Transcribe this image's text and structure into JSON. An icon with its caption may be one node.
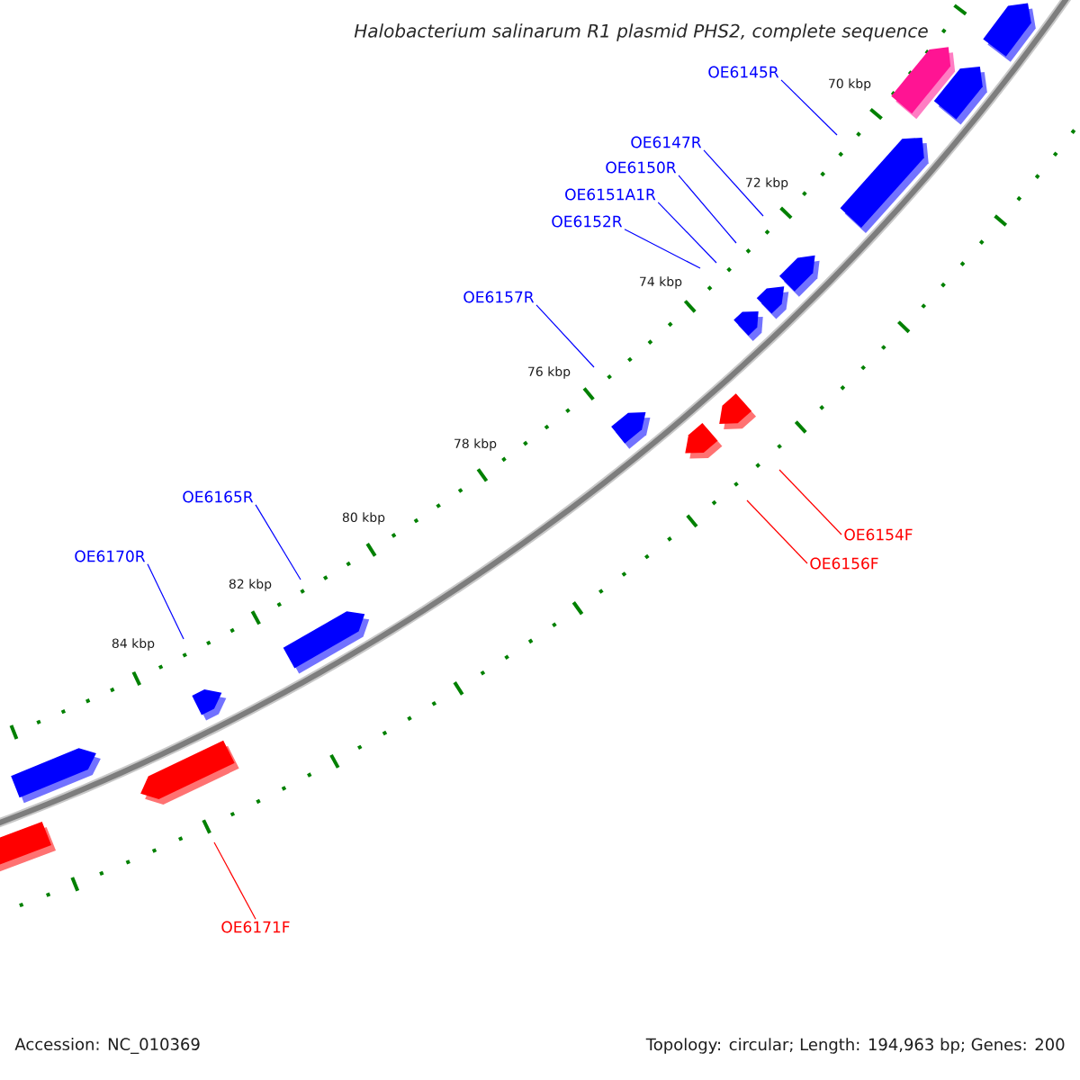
{
  "diagram": {
    "title": "Halobacterium salinarum R1 plasmid PHS2, complete sequence",
    "nodes": [
      {
        "text": [
          "OE6145R"
        ]
      },
      {
        "text": [
          "OE6147R"
        ]
      },
      {
        "text": [
          "OE6150R"
        ]
      },
      {
        "text": [
          "OE6151A1R"
        ]
      },
      {
        "text": [
          "OE6152R"
        ]
      },
      {
        "text": [
          "OE6157R"
        ]
      },
      {
        "text": [
          "OE6165R"
        ]
      },
      {
        "text": [
          "OE6170R"
        ]
      },
      {
        "text": [
          "OE6154F"
        ]
      },
      {
        "text": [
          "OE6156F"
        ]
      },
      {
        "text": [
          "OE6171F"
        ]
      }
    ],
    "edges": [
      {
        "from": 0,
        "to": null,
        "arrow": "none"
      },
      {
        "from": 1,
        "to": null,
        "arrow": "none"
      },
      {
        "from": 2,
        "to": null,
        "arrow": "none"
      },
      {
        "from": 3,
        "to": null,
        "arrow": "none"
      },
      {
        "from": 4,
        "to": null,
        "arrow": "none"
      },
      {
        "from": 5,
        "to": null,
        "arrow": "none"
      },
      {
        "from": 6,
        "to": null,
        "arrow": "none"
      },
      {
        "from": 7,
        "to": null,
        "arrow": "none"
      },
      {
        "from": 8,
        "to": null,
        "arrow": "none",
        "color": "#ff0000"
      },
      {
        "from": 9,
        "to": null,
        "arrow": "none",
        "color": "#ff0000"
      },
      {
        "from": 10,
        "to": null,
        "arrow": "none",
        "color": "#ff0000"
      }
    ],
    "labels": [
      "70 kbp",
      "72 kbp",
      "74 kbp",
      "76 kbp",
      "78 kbp",
      "80 kbp",
      "82 kbp",
      "84 kbp",
      "Accession: NC_010369",
      "Topology: circular; Length: 194,963 bp; Genes: 200"
    ]
  }
}
